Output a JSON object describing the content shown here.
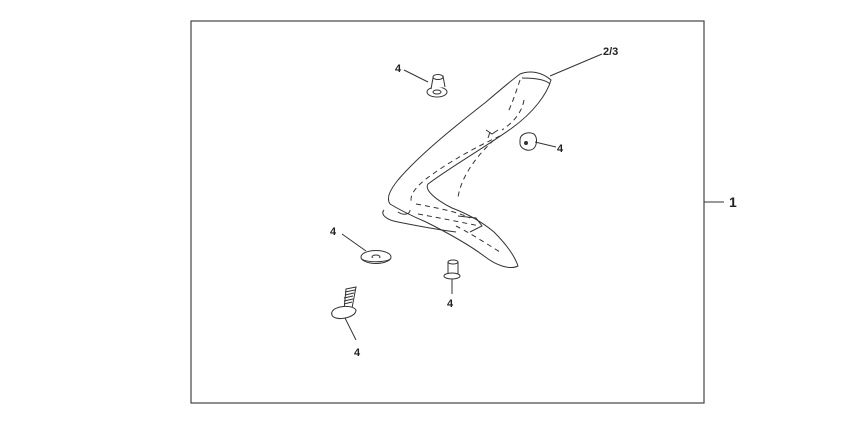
{
  "diagram": {
    "callouts": {
      "assembly": "1",
      "cover": "2/3",
      "nut_top": "4",
      "grommet_right": "4",
      "washer": "4",
      "clip_bottom": "4",
      "bolt": "4"
    },
    "colors": {
      "line": "#333333",
      "frame": "#444444",
      "background": "#ffffff"
    }
  }
}
